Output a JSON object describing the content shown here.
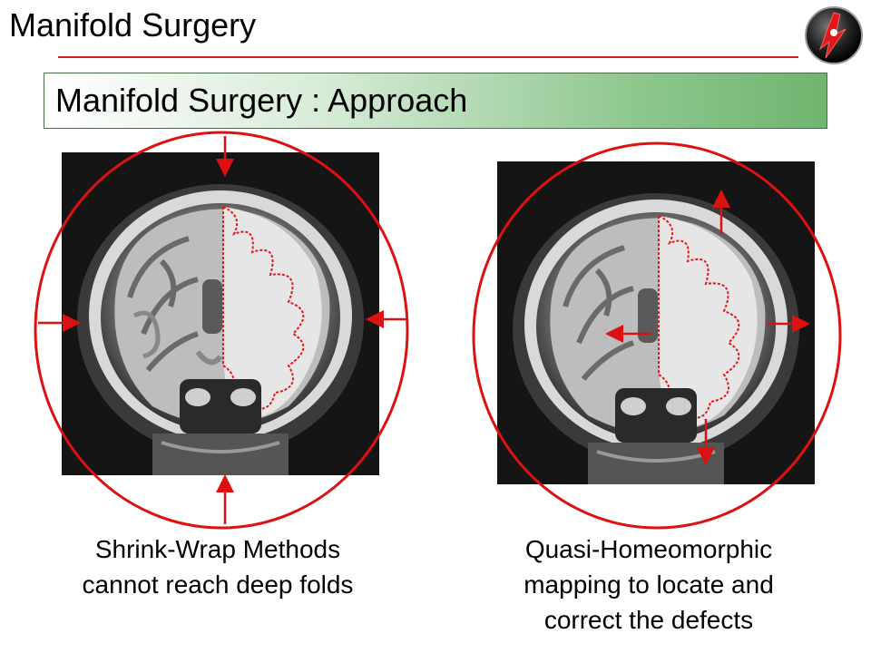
{
  "slide": {
    "title": "Manifold Surgery",
    "subtitle": "Manifold Surgery : Approach"
  },
  "left_panel": {
    "caption_line1": "Shrink-Wrap Methods",
    "caption_line2": "cannot reach deep folds"
  },
  "right_panel": {
    "caption_line1": "Quasi-Homeomorphic",
    "caption_line2": "mapping to locate and",
    "caption_line3": "correct the defects"
  },
  "colors": {
    "accent_red": "#dd1111",
    "rule_red": "#cc2222",
    "bar_green": "#8fc78f"
  },
  "icons": {
    "logo": "lightning-logo-icon"
  }
}
